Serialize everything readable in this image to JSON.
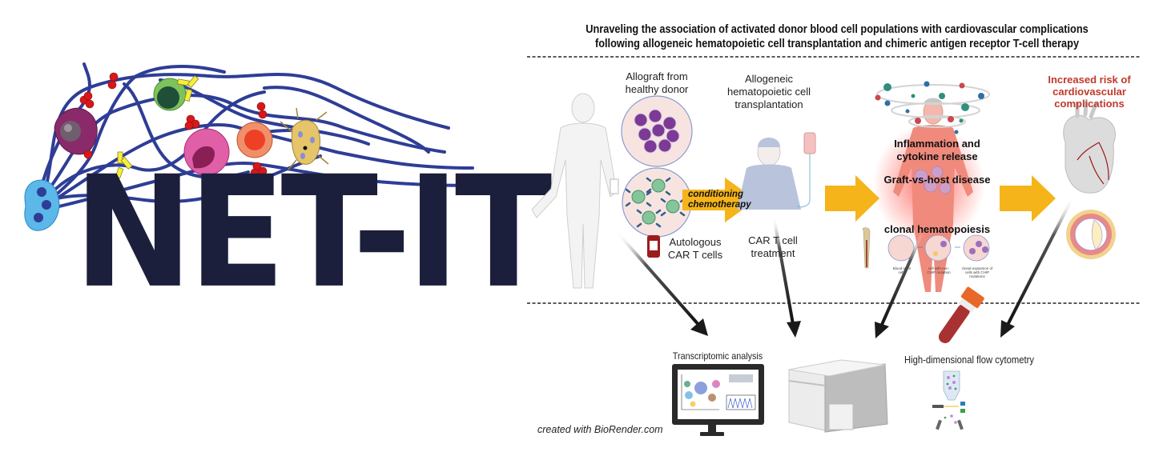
{
  "logo": {
    "text": "NET-IT",
    "text_color": "#1b1f3b",
    "fiber_color": "#2e3d96",
    "cells": [
      "macrophage",
      "lymphocyte",
      "neutrophil",
      "erythroblast",
      "dendritic-cell",
      "platelet-clusters",
      "antibodies",
      "neutrophil-releasing-net"
    ]
  },
  "diagram": {
    "title_line1": "Unraveling the association of activated donor blood cell populations with cardiovascular complications",
    "title_line2": "following allogeneic hematopoietic cell transplantation and chimeric antigen receptor T-cell therapy",
    "stage1": {
      "allograft_line1": "Allograft from",
      "allograft_line2": "healthy donor",
      "autologous_line1": "Autologous",
      "autologous_line2": "CAR T cells"
    },
    "arrow_label_line1": "conditioning",
    "arrow_label_line2": "chemotherapy",
    "stage2": {
      "hct_line1": "Allogeneic",
      "hct_line2": "hematopoietic cell",
      "hct_line3": "transplantation",
      "cart_line1": "CAR T cell",
      "cart_line2": "treatment"
    },
    "stage3": {
      "inflammation_line1": "Inflammation and",
      "inflammation_line2": "cytokine release",
      "gvhd": "Graft-vs-host disease",
      "clonal": "clonal hematopoiesis",
      "chip_captions": [
        "Blood stem cells",
        "cell with non-CHIP mutation",
        "clonal expansion of cells with CHIP mutations"
      ]
    },
    "outcome": {
      "line1": "Increased risk of",
      "line2": "cardiovascular",
      "line3": "complications",
      "color": "#c0392b"
    },
    "analysis": {
      "transcriptomic": "Transcriptomic analysis",
      "flow": "High-dimensional flow cytometry"
    },
    "credit": "created with BioRender.com",
    "colors": {
      "arrow": "#f5b41a",
      "pointer": "#1a1a1a",
      "divider": "#222222"
    }
  }
}
